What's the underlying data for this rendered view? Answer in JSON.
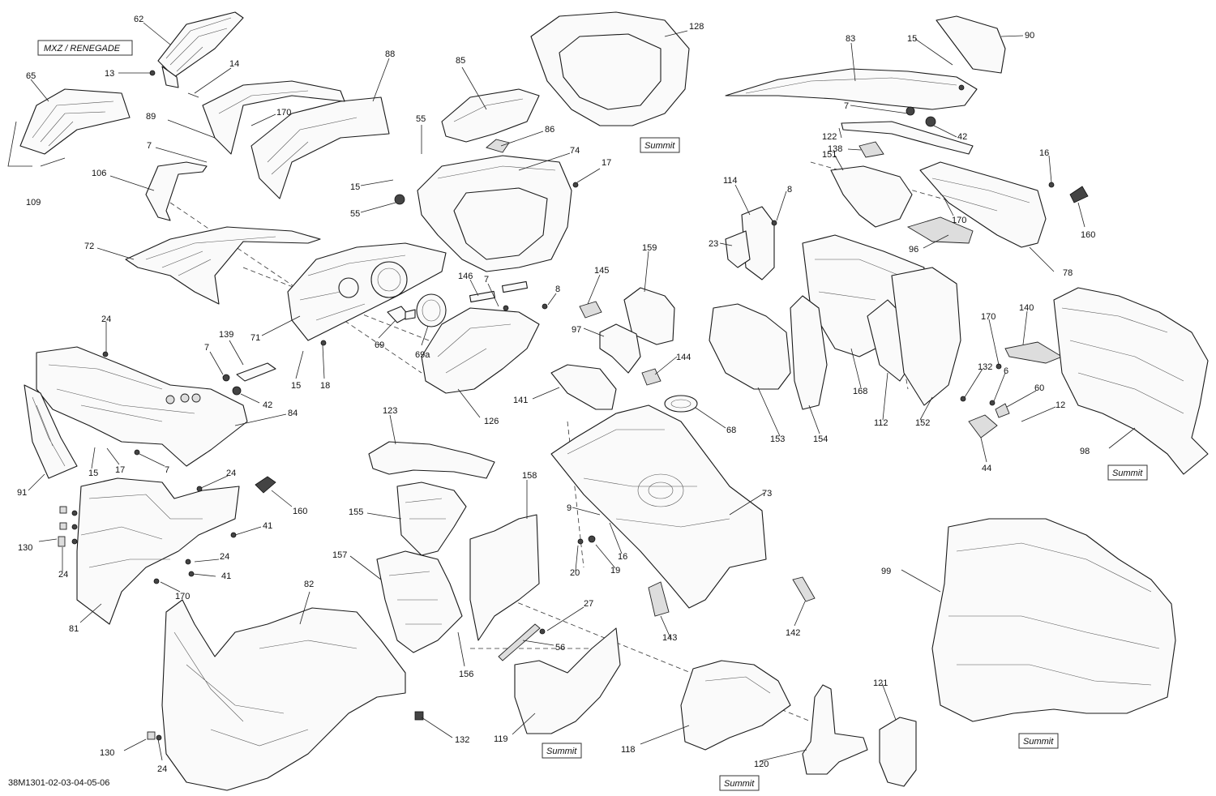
{
  "diagram": {
    "drawing_code": "38M1301-02-03-04-05-06",
    "variant_tags": {
      "mxz_renegade": "MXZ / RENEGADE",
      "summit_1": "Summit",
      "summit_2": "Summit",
      "summit_3": "Summit",
      "summit_4": "Summit",
      "summit_5": "Summit"
    },
    "callouts": {
      "c62": "62",
      "c13": "13",
      "c14": "14",
      "c65": "65",
      "c109": "109",
      "c88": "88",
      "c89": "89",
      "c170a": "170",
      "c7a": "7",
      "c106": "106",
      "c72": "72",
      "c85": "85",
      "c86": "86",
      "c55a": "55",
      "c15a": "15",
      "c55b": "55",
      "c74": "74",
      "c17a": "17",
      "c128": "128",
      "c71": "71",
      "c69": "69",
      "c69a": "69a",
      "c146": "146",
      "c7b": "7",
      "c8a": "8",
      "c126": "126",
      "c15b": "15",
      "c18": "18",
      "c24a": "24",
      "c139": "139",
      "c7c": "7",
      "c42a": "42",
      "c84": "84",
      "c91": "91",
      "c15c": "15",
      "c17b": "17",
      "c7d": "7",
      "c24b": "24",
      "c160a": "160",
      "c130a": "130",
      "c41a": "41",
      "c24c": "24",
      "c24d": "24",
      "c41b": "41",
      "c170b": "170",
      "c81": "81",
      "c82": "82",
      "c130b": "130",
      "c24e": "24",
      "c123": "123",
      "c155": "155",
      "c157": "157",
      "c158": "158",
      "c156": "156",
      "c27": "27",
      "c56": "56",
      "c132a": "132",
      "c119": "119",
      "c118": "118",
      "c145": "145",
      "c159": "159",
      "c97": "97",
      "c144": "144",
      "c141": "141",
      "c68": "68",
      "c73": "73",
      "c9": "9",
      "c16a": "16",
      "c20": "20",
      "c19": "19",
      "c143": "143",
      "c142": "142",
      "c120": "120",
      "c121": "121",
      "c83": "83",
      "c15d": "15",
      "c90": "90",
      "c7e": "7",
      "c42b": "42",
      "c122": "122",
      "c138": "138",
      "c151": "151",
      "c16b": "16",
      "c160b": "160",
      "c170c": "170",
      "c96": "96",
      "c78": "78",
      "c114": "114",
      "c8b": "8",
      "c23": "23",
      "c168": "168",
      "c112": "112",
      "c152": "152",
      "c153": "153",
      "c154": "154",
      "c170d": "170",
      "c140": "140",
      "c132b": "132",
      "c6": "6",
      "c60": "60",
      "c12": "12",
      "c44": "44",
      "c98": "98",
      "c99": "99"
    }
  }
}
